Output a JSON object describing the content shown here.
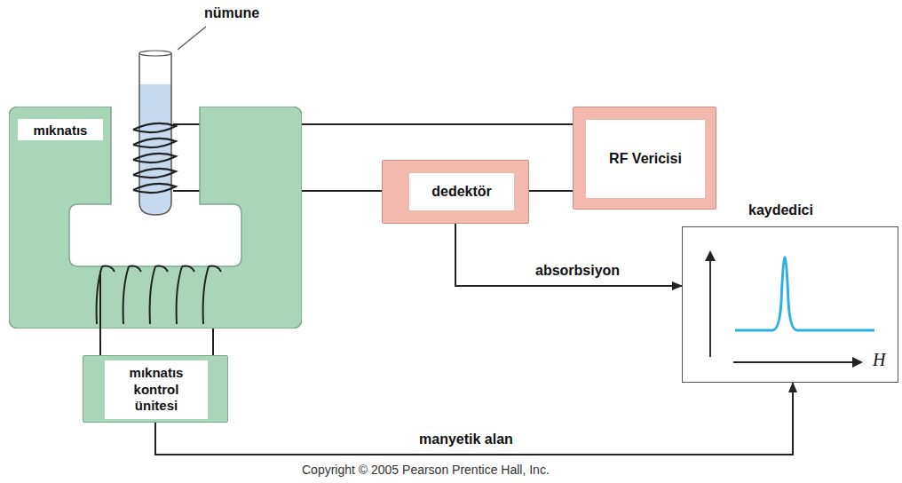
{
  "diagram": {
    "nodes": [
      {
        "text": [
          "mıknatıs"
        ]
      },
      {
        "text": [
          "RF Vericisi"
        ]
      },
      {
        "text": [
          "dedektör"
        ]
      },
      {
        "text": [
          "kaydedici"
        ]
      },
      {
        "text": [
          "mıknatıs kontrol ünitesi"
        ]
      }
    ],
    "edges": [
      {
        "from": 2,
        "to": 3,
        "label": "absorbsiyon",
        "arrow": "to"
      },
      {
        "from": 4,
        "to": 3,
        "label": "manyetik alan",
        "arrow": "to"
      },
      {
        "from": 2,
        "to": 1,
        "arrow": "none"
      },
      {
        "from": 0,
        "to": 4,
        "arrow": "none"
      }
    ],
    "labels": [
      "nümune",
      "H",
      "Copyright © 2005 Pearson Prentice Hall, Inc."
    ]
  }
}
